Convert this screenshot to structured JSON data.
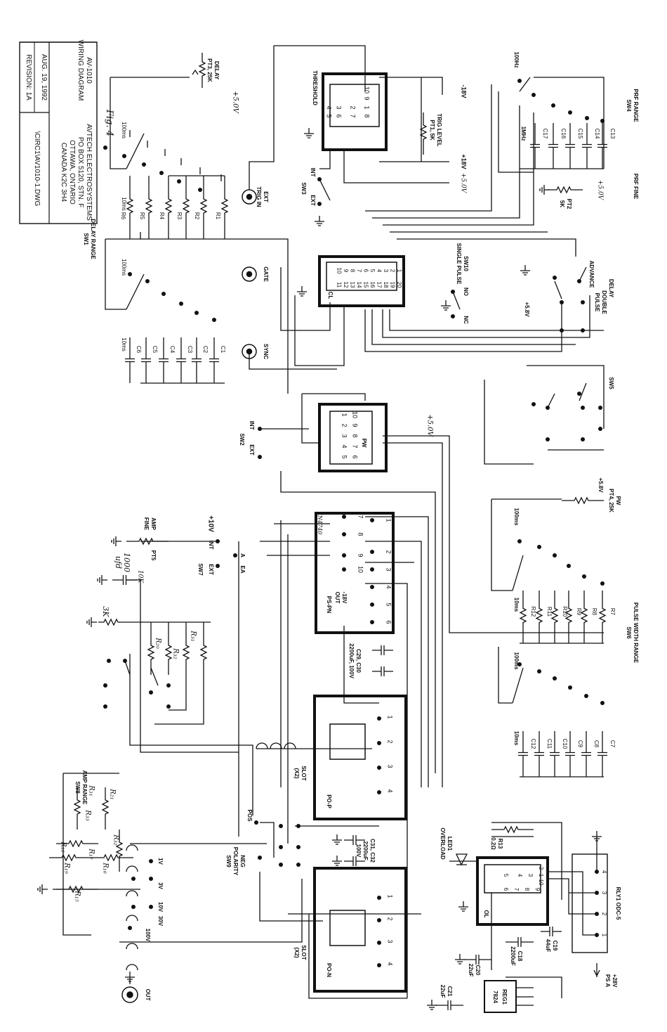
{
  "title_block": {
    "lines": [
      "AV-1010",
      "WIRING DIAGRAM",
      "AVTECH ELECTROSYSTEMS",
      "PO BOX 5120, STN. F",
      "OTTAWA, ONTARIO",
      "CANADA K2C 3H4",
      "AUG. 19, 1992",
      "REVISION: 1A",
      "\\CIRC1\\AV1010-1.DWG"
    ]
  },
  "figure_label": "Fig. 4",
  "switches": {
    "delay_range": [
      "DELAY RANGE",
      "SW1"
    ],
    "prf_range": [
      "PRF RANGE",
      "SW4"
    ],
    "pw_range": [
      "PULSE WIDTH RANGE",
      "SW6"
    ],
    "amp_range": [
      "AMP RANGE",
      "SW8"
    ],
    "sw3": "SW3",
    "sw2": "SW2",
    "sw7": "SW7",
    "sw5": "SW5",
    "sw9": [
      "NEG",
      "POLARITY",
      "SW9"
    ],
    "sw10": [
      "SW10",
      "SINGLE PULSE"
    ]
  },
  "pots": {
    "delay": [
      "DELAY",
      "PT3, 25K"
    ],
    "trig_level": [
      "TRIG LEVEL",
      "PT1, 5K"
    ],
    "prf_fine": "PRF FINE",
    "pt2": [
      "PT2",
      "5K"
    ],
    "pw": [
      "PW",
      "PT4, 25K"
    ],
    "amp_fine": [
      "AMP",
      "FINE"
    ],
    "pt5": "PT5"
  },
  "connectors": {
    "ext_trig_in": [
      "EXT",
      "TRIG IN"
    ],
    "gate": "GATE",
    "sync": "SYNC",
    "out": "OUT",
    "pos": "POS"
  },
  "modules": {
    "threshold": "THRESHOLD",
    "cl": "CL",
    "pw": "PW",
    "ps_pn": "PS-PN",
    "po_p": "PO-P",
    "po_n": "PO-N",
    "slot_p": [
      "SLOT",
      "(X2)"
    ],
    "slot_n": [
      "SLOT",
      "(X2)"
    ],
    "rly1": "RLY1 ODC-5",
    "reg1": [
      "REG1",
      "7824"
    ],
    "ol": "OL"
  },
  "threshold_pins": [
    "1",
    "2",
    "3",
    "4",
    "5",
    "6",
    "7",
    "8",
    "9",
    "10"
  ],
  "cl_pins": [
    "1",
    "2",
    "3",
    "4",
    "5",
    "6",
    "7",
    "8",
    "9",
    "10",
    "11",
    "12",
    "13",
    "14",
    "15",
    "16",
    "17",
    "18",
    "19",
    "20"
  ],
  "pw_pins": [
    "1",
    "2",
    "3",
    "4",
    "5",
    "6",
    "7",
    "8",
    "9",
    "10"
  ],
  "pspn_pins": [
    "1",
    "2",
    "3",
    "4",
    "5",
    "6",
    "7",
    "8",
    "9",
    "10"
  ],
  "po_pins": [
    "1",
    "2",
    "3",
    "4"
  ],
  "ol_pins": [
    "1",
    "2",
    "3",
    "4",
    "5",
    "6",
    "7",
    "8",
    "9",
    "10"
  ],
  "rly_pins": [
    "1",
    "2",
    "3",
    "4"
  ],
  "delay_resistors": [
    "R1",
    "R2",
    "R3",
    "R4",
    "R5",
    "R6"
  ],
  "delay_caps": [
    "C1",
    "C2",
    "C3",
    "C4",
    "C5",
    "C6"
  ],
  "prf_caps": [
    "C13",
    "C14",
    "C15",
    "C16",
    "C17"
  ],
  "pw_resistors": [
    "R7",
    "R8",
    "R9",
    "R10",
    "R11",
    "R12"
  ],
  "pw_caps": [
    "C7",
    "C8",
    "C9",
    "C10",
    "C11",
    "C12"
  ],
  "amp_resistors": [
    "R₂₀",
    "R₃₂",
    "R₃₁",
    "R₂₁",
    "R₃₃",
    "R₃₄",
    "R₁₈",
    "R₁₇",
    "R₁₉",
    "R₁₆",
    "R₁₅"
  ],
  "range_labels": {
    "ms100": "100ms",
    "ms10": "10ms",
    "hz100": "100Hz",
    "mhz1": "1MHz"
  },
  "voltages": {
    "minus18": "-18V",
    "plus18": "+18V",
    "plus5": "+5.0V",
    "plus58": "+5.8V",
    "plus10": "+10V",
    "minus18_out": [
      "-18V",
      "OUT"
    ],
    "plus28": "+28V",
    "ps_a": "PS A",
    "v1": "1V",
    "v3": "3V",
    "v10": "10V",
    "v30": "30V",
    "v100": "100V"
  },
  "labels": {
    "int": "INT",
    "ext": "EXT",
    "ea": "EA",
    "a": "A",
    "nc": "NC",
    "no": "NO",
    "advance": "ADVANCE",
    "delay": "DELAY",
    "double_pulse": [
      "DOUBLE",
      "PULSE"
    ],
    "led1": [
      "LED1",
      "OVERLOAD"
    ],
    "r13": [
      "R13",
      "0.2Ω"
    ],
    "c18": [
      "C18",
      "2200uF"
    ],
    "c19": [
      "C19",
      "44uF"
    ],
    "c20": [
      "C20",
      "22uF"
    ],
    "c21": [
      "C21",
      "22uF"
    ],
    "c29_c30": [
      "C29, C30",
      "2200uF, 100V"
    ],
    "c31_c32": [
      "C31, C32",
      "2200uF",
      "100V"
    ],
    "k3": "3K",
    "cap1000": [
      "1000",
      "ufd"
    ],
    "ohm10k": "10K",
    "diode": "IN4740"
  }
}
